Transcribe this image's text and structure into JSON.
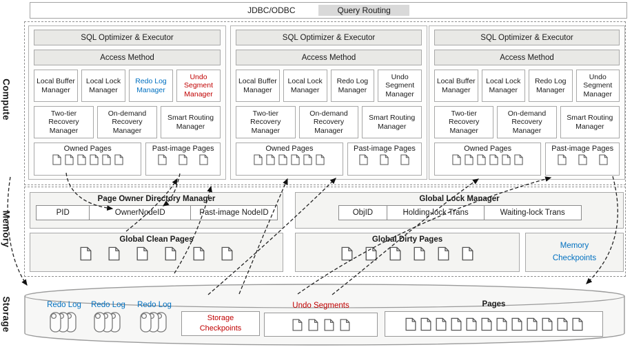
{
  "colors": {
    "accent_blue": "#0070C0",
    "accent_red": "#C00000",
    "box_gray": "#e9e9e6",
    "badge_gray": "#d9d9d9"
  },
  "top_bar": {
    "label": "JDBC/ODBC",
    "query_routing": "Query Routing"
  },
  "section_labels": {
    "compute": "Compute",
    "memory": "Memory",
    "storage": "Storage"
  },
  "compute": {
    "nodes": [
      {
        "sql_optimizer": "SQL Optimizer & Executor",
        "access_method": "Access Method",
        "row1": [
          {
            "label": "Local Buffer Manager"
          },
          {
            "label": "Local Lock Manager"
          },
          {
            "label": "Redo Log Manager",
            "color": "#0070C0"
          },
          {
            "label": "Undo Segment Manager",
            "color": "#C00000"
          }
        ],
        "row2": [
          "Two-tier Recovery Manager",
          "On-demand Recovery Manager",
          "Smart Routing Manager"
        ],
        "owned_pages": {
          "label": "Owned Pages",
          "count": 6
        },
        "past_image_pages": {
          "label": "Past-image Pages",
          "count": 3
        }
      },
      {
        "sql_optimizer": "SQL Optimizer & Executor",
        "access_method": "Access Method",
        "row1": [
          {
            "label": "Local Buffer Manager"
          },
          {
            "label": "Local Lock Manager"
          },
          {
            "label": "Redo Log Manager"
          },
          {
            "label": "Undo Segment Manager"
          }
        ],
        "row2": [
          "Two-tier Recovery Manager",
          "On-demand Recovery Manager",
          "Smart Routing Manager"
        ],
        "owned_pages": {
          "label": "Owned Pages",
          "count": 6
        },
        "past_image_pages": {
          "label": "Past-image Pages",
          "count": 3
        }
      },
      {
        "sql_optimizer": "SQL Optimizer & Executor",
        "access_method": "Access Method",
        "row1": [
          {
            "label": "Local Buffer Manager"
          },
          {
            "label": "Local Lock Manager"
          },
          {
            "label": "Redo Log Manager"
          },
          {
            "label": "Undo Segment Manager"
          }
        ],
        "row2": [
          "Two-tier Recovery Manager",
          "On-demand Recovery Manager",
          "Smart Routing Manager"
        ],
        "owned_pages": {
          "label": "Owned Pages",
          "count": 6
        },
        "past_image_pages": {
          "label": "Past-image Pages",
          "count": 3
        }
      }
    ]
  },
  "memory": {
    "pod": {
      "title": "Page Owner Directory Manager",
      "columns": [
        "PID",
        "OwnerNodeID",
        "Past-image NodeID"
      ]
    },
    "glm": {
      "title": "Global Lock Manager",
      "columns": [
        "ObjID",
        "Holding-lock Trans",
        "Waiting-lock Trans"
      ]
    },
    "clean_pages": {
      "label": "Global Clean Pages",
      "count": 6
    },
    "dirty_pages": {
      "label": "Global Dirty Pages",
      "count": 6
    },
    "checkpoints": "Memory Checkpoints"
  },
  "storage": {
    "redo_logs": [
      {
        "label": "Redo Log"
      },
      {
        "label": "Redo Log"
      },
      {
        "label": "Redo Log"
      }
    ],
    "storage_checkpoints": "Storage Checkpoints",
    "undo_segments": {
      "label": "Undo Segments",
      "count": 4
    },
    "pages": {
      "label": "Pages",
      "count": 12
    }
  }
}
